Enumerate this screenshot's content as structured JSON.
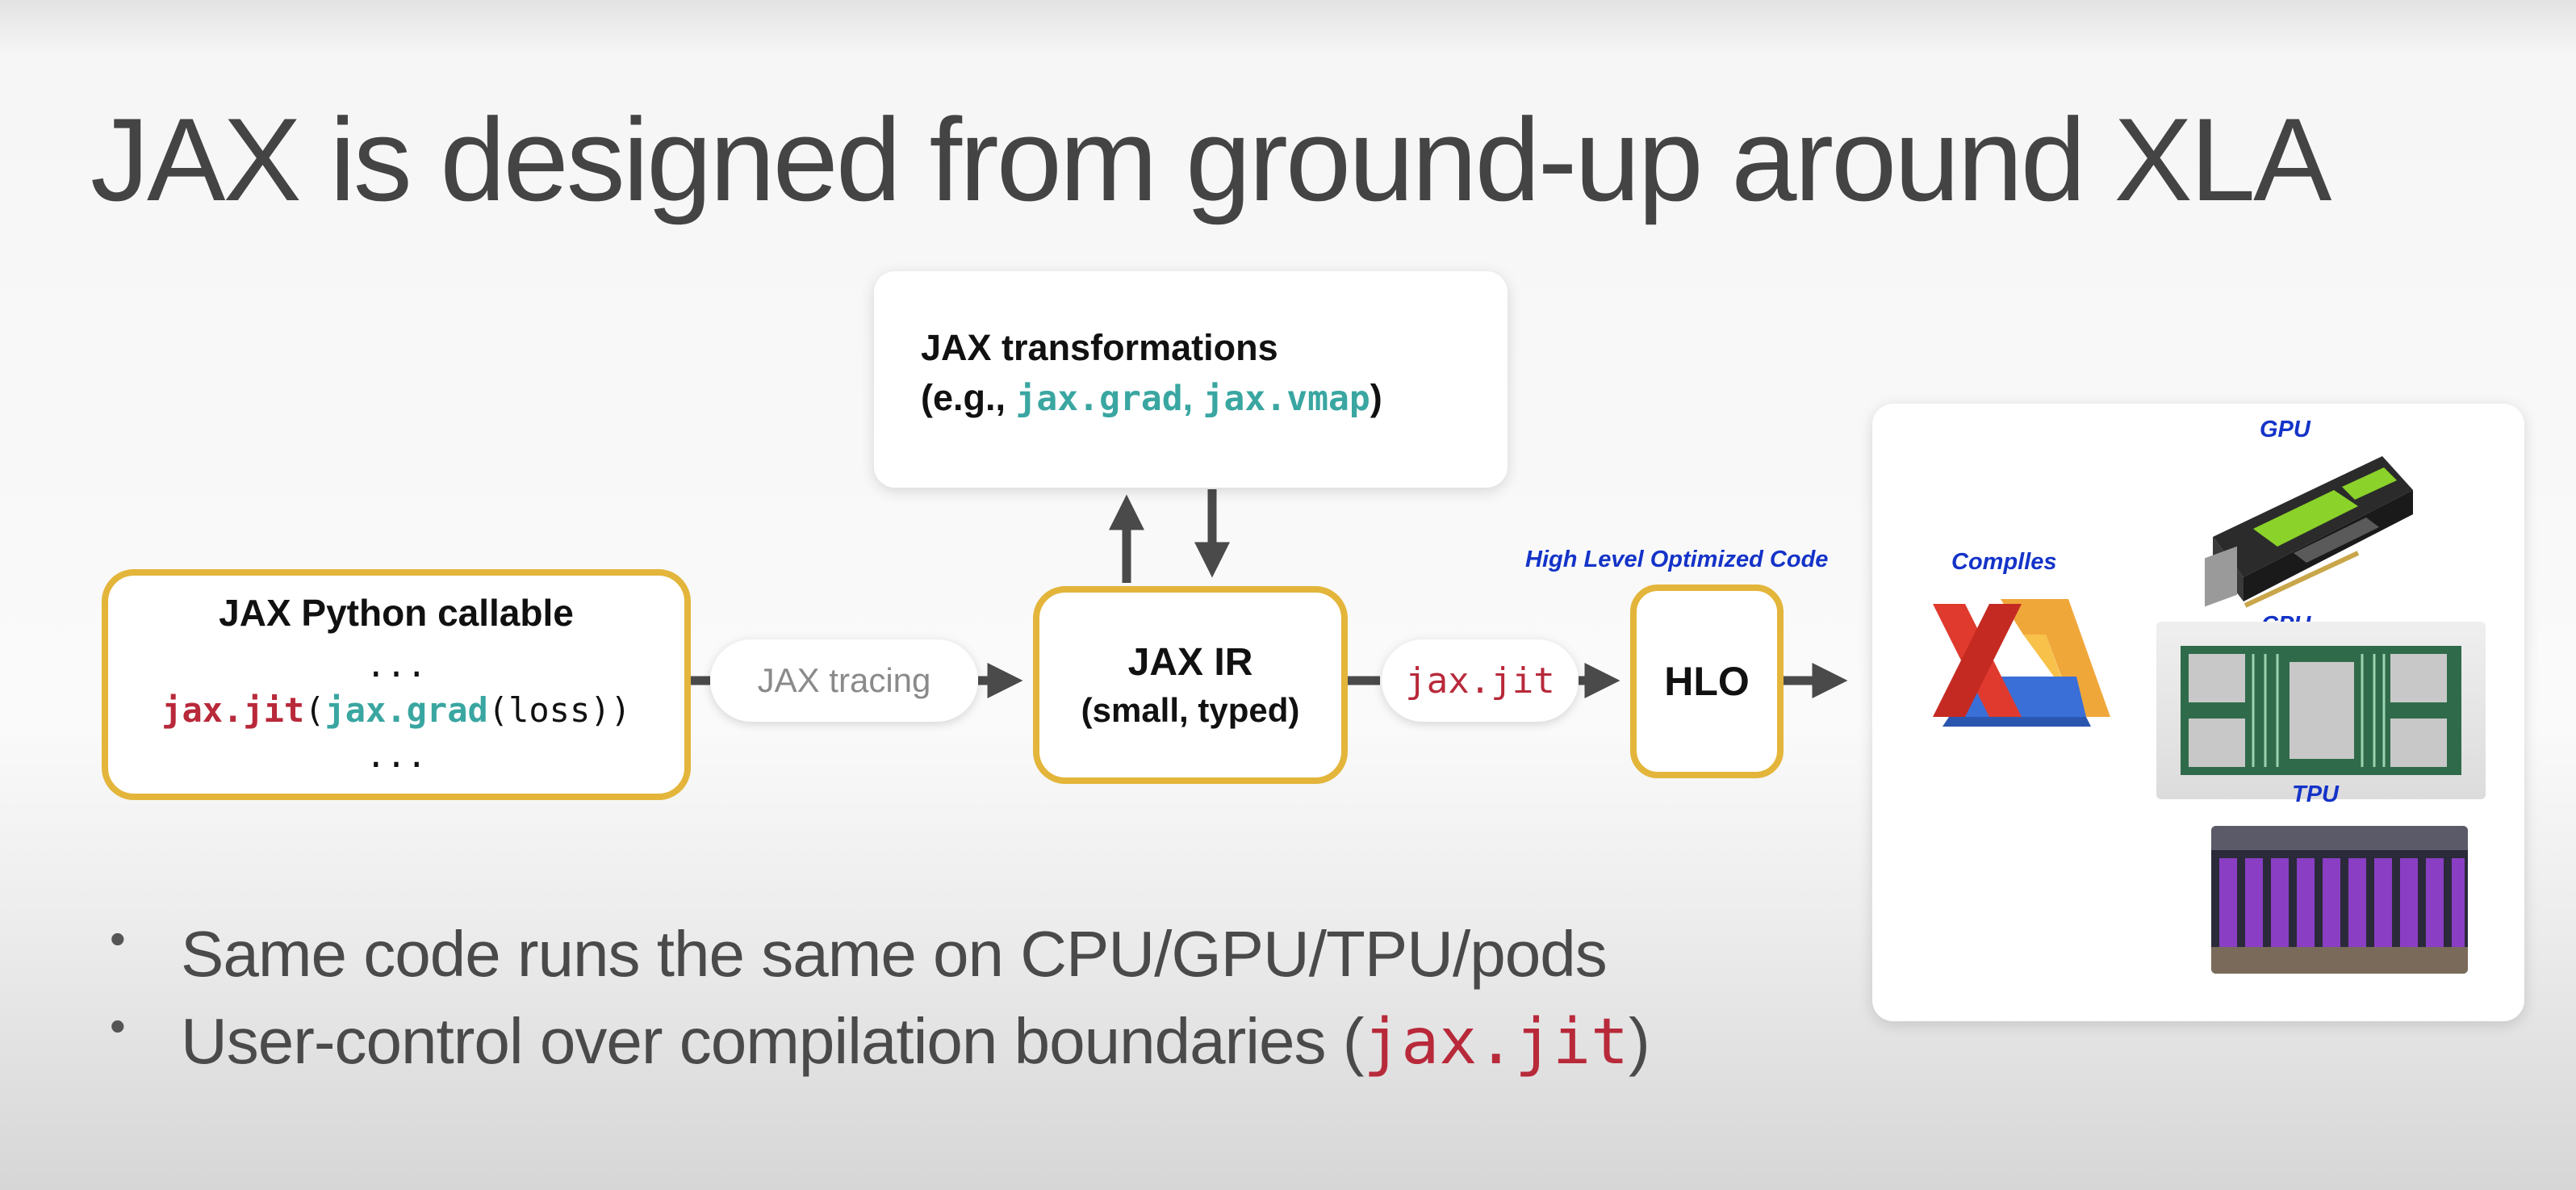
{
  "title": "JAX is designed from ground-up around XLA",
  "transform_box": {
    "line1": "JAX transformations",
    "prefix": "(e.g., ",
    "grad": "jax.grad",
    "sep": ", ",
    "vmap": "jax.vmap",
    "suffix": ")"
  },
  "callable_box": {
    "title": "JAX Python callable",
    "dots": "...",
    "jit": "jax.jit",
    "p1": "(",
    "grad": "jax.grad",
    "arg": "(loss))"
  },
  "tracing_pill": "JAX tracing",
  "ir_box": {
    "title": "JAX IR",
    "subtitle": "(small, typed)"
  },
  "jit_pill": "jax.jit",
  "hlo_box": "HLO",
  "labels": {
    "hlo_caption": "High Level Optimized Code",
    "compiles": "Complles",
    "gpu": "GPU",
    "cpu": "CPU",
    "tpu": "TPU"
  },
  "bullets": {
    "b1": "Same code runs the same on CPU/GPU/TPU/pods",
    "b2_text": "User-control over compilation boundaries (",
    "b2_code": "jax.jit",
    "b2_close": ")",
    "marker": "•"
  },
  "icons": [
    "xla-logo-icon",
    "gpu-card-icon",
    "cpu-board-icon",
    "tpu-pod-icon",
    "arrow-icon"
  ],
  "colors": {
    "box_border": "#e3b53a",
    "code_red": "#b8293a",
    "code_teal": "#3aa6a1",
    "label_blue": "#1433c8",
    "arrow": "#4a4a4a"
  }
}
